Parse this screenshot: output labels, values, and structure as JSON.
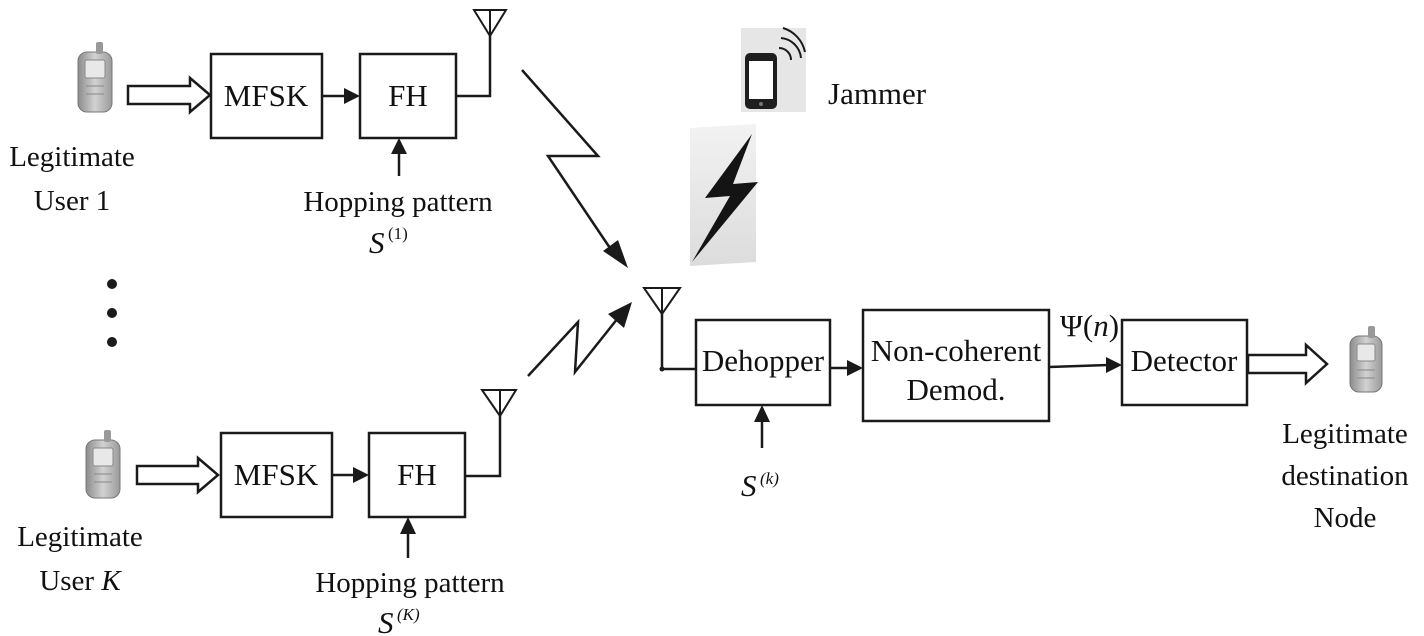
{
  "users": {
    "user1_line1": "Legitimate",
    "user1_line2": "User 1",
    "userK_line1": "Legitimate",
    "userK_line2_prefix": "User ",
    "userK_line2_var": "K"
  },
  "blocks": {
    "mfsk": "MFSK",
    "fh": "FH",
    "dehopper": "Dehopper",
    "demod_line1": "Non-coherent",
    "demod_line2": "Demod.",
    "detector": "Detector"
  },
  "labels": {
    "hopping_pattern": "Hopping pattern",
    "S": "S",
    "sup_1": "(1)",
    "sup_K": "(K)",
    "sup_k": "(k)",
    "psi": "Ψ(",
    "psi_n": "n",
    "psi_close": ")",
    "jammer": "Jammer"
  },
  "destination": {
    "line1": "Legitimate",
    "line2": "destination",
    "line3": "Node"
  },
  "ellipsis": "⋮",
  "colors": {
    "stroke": "#1a1a1a",
    "phone_body": "#b9b9b9",
    "jammer_bg": "#e6e6e6"
  }
}
